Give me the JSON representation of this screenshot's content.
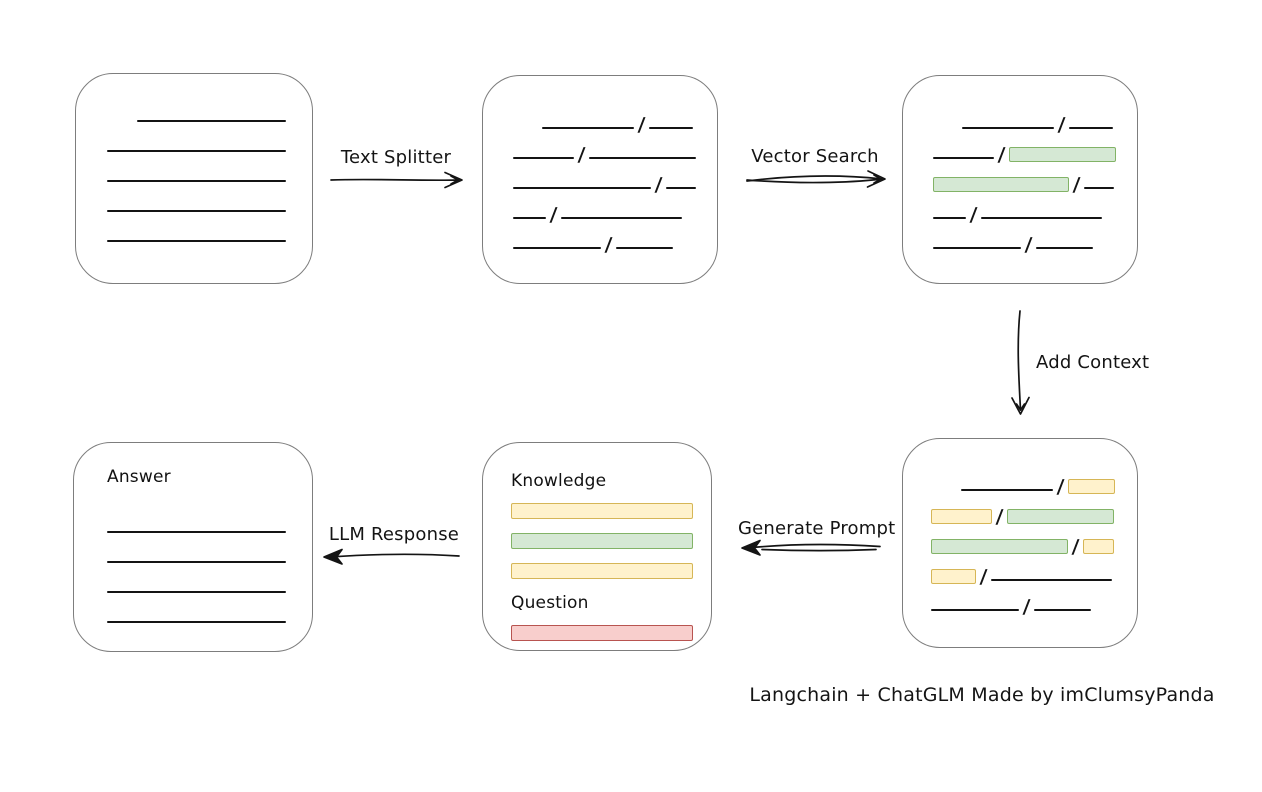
{
  "diagram": {
    "caption": "Langchain + ChatGLM Made by imClumsyPanda",
    "arrows": {
      "text_splitter": "Text Splitter",
      "vector_search": "Vector Search",
      "add_context": "Add Context",
      "generate_prompt": "Generate Prompt",
      "llm_response": "LLM Response"
    },
    "colors": {
      "green_fill": "#d5e8d4",
      "green_border": "#82b366",
      "yellow_fill": "#fff2cc",
      "yellow_border": "#d6b656",
      "red_fill": "#f8cecc",
      "red_border": "#b85450",
      "box_border": "#7d7d7d",
      "ink": "#141414"
    },
    "boxes": {
      "document": {
        "rows": [
          [
            "gap:30",
            "line:149"
          ],
          [
            "line:179"
          ],
          [
            "line:179"
          ],
          [
            "line:179"
          ],
          [
            "line:179"
          ]
        ]
      },
      "chunks": {
        "rows": [
          [
            "gap:29",
            "line:92",
            "slash",
            "line:44"
          ],
          [
            "line:61",
            "slash",
            "line:107"
          ],
          [
            "line:138",
            "slash",
            "line:30"
          ],
          [
            "line:33",
            "slash",
            "line:121"
          ],
          [
            "line:88",
            "slash",
            "line:57"
          ]
        ]
      },
      "chunks_matched": {
        "rows": [
          [
            "gap:29",
            "line:92",
            "slash",
            "line:44"
          ],
          [
            "line:61",
            "slash",
            "chip-green:107"
          ],
          [
            "chip-green:136",
            "slash",
            "line:30"
          ],
          [
            "line:33",
            "slash",
            "line:121"
          ],
          [
            "line:88",
            "slash",
            "line:57"
          ]
        ]
      },
      "context": {
        "rows": [
          [
            "gap:30",
            "line:92",
            "slash",
            "chip-yellow:47"
          ],
          [
            "chip-yellow:61",
            "slash",
            "chip-green:107"
          ],
          [
            "chip-green:137",
            "slash",
            "chip-yellow:31"
          ],
          [
            "chip-yellow:45",
            "slash",
            "line:121"
          ],
          [
            "line:88",
            "slash",
            "line:57"
          ]
        ]
      },
      "prompt": {
        "items": [
          {
            "t": "title",
            "text": "Knowledge"
          },
          {
            "t": "bar",
            "color": "yellow"
          },
          {
            "t": "bar",
            "color": "green"
          },
          {
            "t": "bar",
            "color": "yellow"
          },
          {
            "t": "title",
            "text": "Question"
          },
          {
            "t": "bar",
            "color": "red"
          }
        ]
      },
      "answer": {
        "title": "Answer",
        "rows": [
          [
            "line:179"
          ],
          [
            "line:179"
          ],
          [
            "line:179"
          ],
          [
            "line:179"
          ]
        ]
      }
    }
  }
}
